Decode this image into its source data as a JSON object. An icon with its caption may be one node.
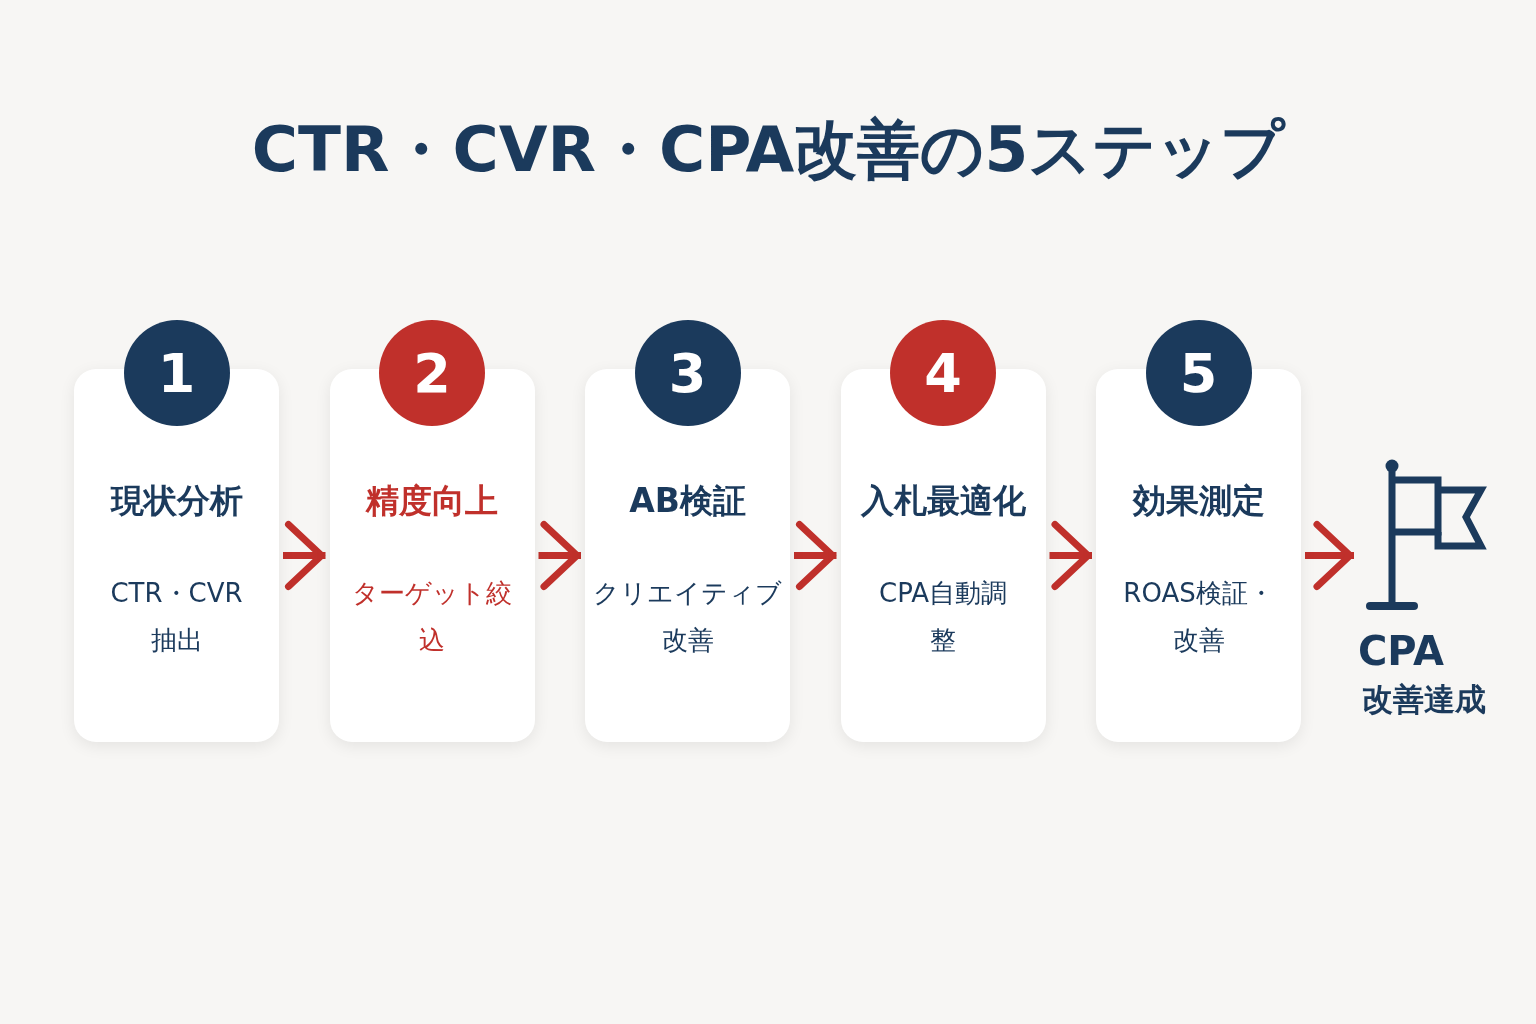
{
  "diagram": {
    "title": "CTR・CVR・CPA改善の5ステップ",
    "nodes": [
      {
        "text": [
          "1"
        ]
      },
      {
        "text": [
          "現状分析",
          "CTR・CVR抽出"
        ]
      },
      {
        "text": [
          "2"
        ]
      },
      {
        "text": [
          "精度向上",
          "ターゲット絞込"
        ]
      },
      {
        "text": [
          "3"
        ]
      },
      {
        "text": [
          "AB検証",
          "クリエイティブ改善"
        ]
      },
      {
        "text": [
          "4"
        ]
      },
      {
        "text": [
          "入札最適化",
          "CPA自動調整"
        ]
      },
      {
        "text": [
          "5"
        ]
      },
      {
        "text": [
          "効果測定",
          "ROAS検証・改善"
        ]
      },
      {
        "text": [
          "CPA",
          "改善達成"
        ]
      }
    ],
    "edges": [
      {
        "from": 1,
        "to": 3,
        "arrow": "to"
      },
      {
        "from": 3,
        "to": 5,
        "arrow": "to"
      },
      {
        "from": 5,
        "to": 7,
        "arrow": "to"
      },
      {
        "from": 7,
        "to": 9,
        "arrow": "to"
      },
      {
        "from": 9,
        "to": 10,
        "arrow": "to"
      }
    ]
  }
}
